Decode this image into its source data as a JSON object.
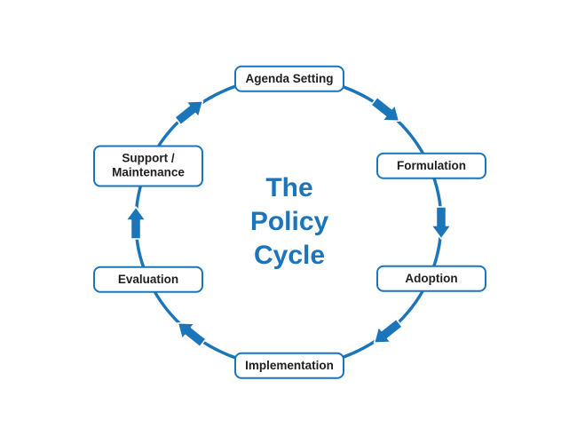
{
  "title": {
    "text": "The Policy Cycle",
    "lines": [
      "The",
      "Policy",
      "Cycle"
    ]
  },
  "nodes": [
    {
      "id": "agenda-setting",
      "label": "Agenda Setting"
    },
    {
      "id": "formulation",
      "label": "Formulation"
    },
    {
      "id": "adoption",
      "label": "Adoption"
    },
    {
      "id": "implementation",
      "label": "Implementation"
    },
    {
      "id": "evaluation",
      "label": "Evaluation"
    },
    {
      "id": "support-maintenance",
      "label": "Support / Maintenance"
    }
  ],
  "flow": {
    "direction": "clockwise",
    "arrow_count": 6,
    "sequence": [
      "Agenda Setting",
      "Formulation",
      "Adoption",
      "Implementation",
      "Evaluation",
      "Support / Maintenance"
    ]
  },
  "colors": {
    "accent": "#1b75bb",
    "title_text": "#1b75bc",
    "node_text": "#1f1f1f",
    "background": "#ffffff"
  }
}
